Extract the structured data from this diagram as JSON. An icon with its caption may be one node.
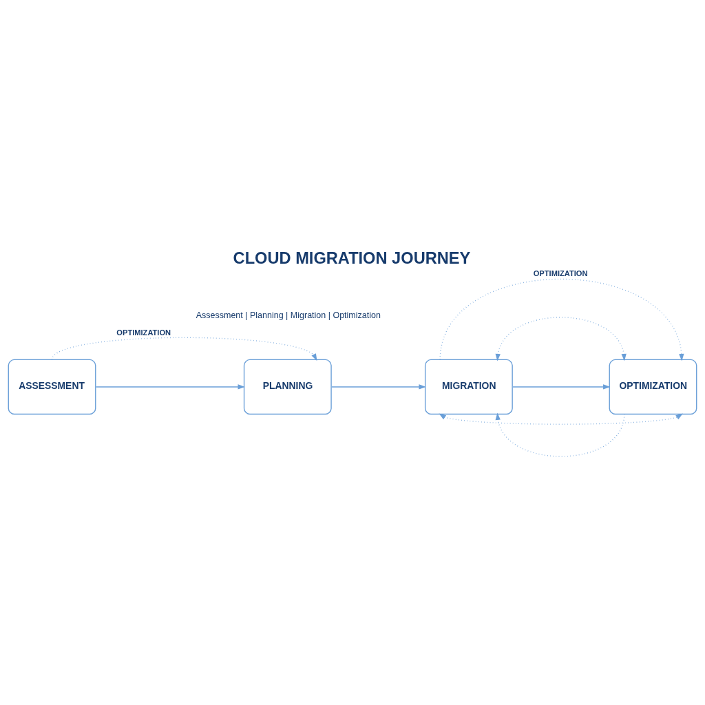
{
  "diagram": {
    "title": "CLOUD MIGRATION JOURNEY",
    "nodes": [
      {
        "text": [
          "ASSESSMENT"
        ]
      },
      {
        "text": [
          "PLANNING"
        ]
      },
      {
        "text": [
          "MIGRATION"
        ]
      },
      {
        "text": [
          "OPTIMIZATION"
        ]
      }
    ],
    "edges": [
      {
        "from": 0,
        "to": 1,
        "arrow": "to"
      },
      {
        "from": 1,
        "to": 2,
        "arrow": "to"
      },
      {
        "from": 2,
        "to": 3,
        "arrow": "to"
      },
      {
        "from": 0,
        "to": 1,
        "arrow": "to",
        "style": "dashed",
        "label": "OPTIMIZATION"
      },
      {
        "from": 2,
        "to": 3,
        "arrow": "to",
        "style": "dashed",
        "label": "OPTIMIZATION"
      },
      {
        "from": 2,
        "to": 3,
        "arrow": "both",
        "style": "dashed"
      },
      {
        "from": 3,
        "to": 2,
        "arrow": "to",
        "style": "dashed"
      },
      {
        "from": 2,
        "to": 3,
        "arrow": "both",
        "style": "dashed"
      }
    ],
    "labels": [
      "Assessment | Planning | Migration | Optimization"
    ]
  }
}
